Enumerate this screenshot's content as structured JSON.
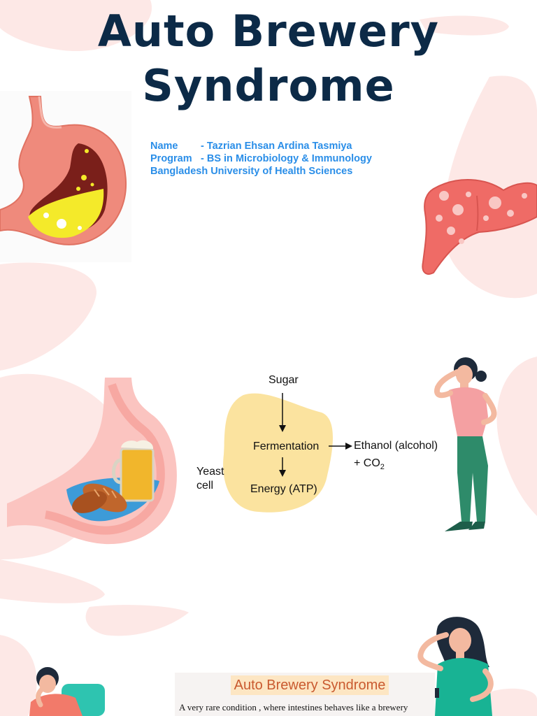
{
  "title_line1": "Auto Brewery",
  "title_line2": "Syndrome",
  "info": {
    "name_label": "Name",
    "name_value": "- Tazrian Ehsan Ardina Tasmiya",
    "program_label": "Program",
    "program_value": "- BS in Microbiology & Immunology",
    "university": "Bangladesh University of Health Sciences"
  },
  "diagram": {
    "sugar": "Sugar",
    "fermentation": "Fermentation",
    "ethanol": "Ethanol (alcohol)",
    "co2_prefix": "+ CO",
    "co2_sub": "2",
    "energy": "Energy (ATP)",
    "yeast_line1": "Yeast",
    "yeast_line2": "cell"
  },
  "caption": {
    "title": "Auto Brewery Syndrome",
    "subtitle": "A very rare condition , where intestines behaves like a brewery"
  },
  "colors": {
    "title": "#0c2a47",
    "info_text": "#2a8ee8",
    "blob_pink": "#fde8e6",
    "stomach_pink": "#ef8a7c",
    "yeast_cell": "#fbe39f"
  }
}
